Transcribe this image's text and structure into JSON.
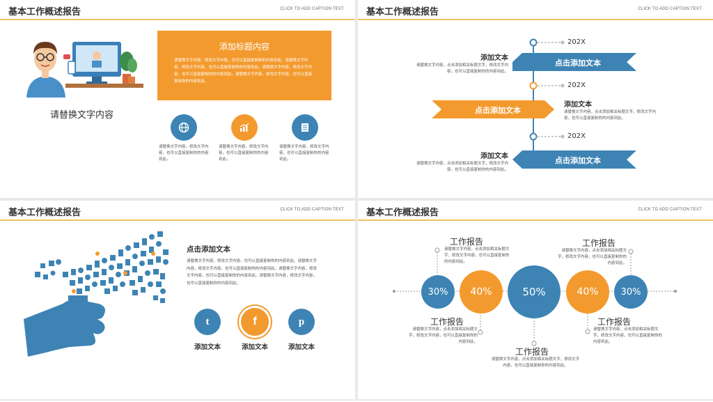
{
  "slides": [
    {
      "title": "基本工作概述报告",
      "caption": "CLICK TO ADD CAPTION TEXT",
      "person_caption": "请替换文字内容",
      "box": {
        "title": "添加标题内容",
        "body": "请替换文字内容，修改文字内容，也可以直接复制你的内容到此。请替换文字内容，修改文字内容，也可以直接复制你的内容到此。请替换文字内容，修改文字内容，也可以直接复制你的内容到此。请替换文字内容，修改文字内容，也可以直接复制你的内容到此。"
      },
      "items": [
        {
          "icon": "globe-icon",
          "text": "请替换文字内容，修改文字内容，也可以直接复制你的内容到此。"
        },
        {
          "icon": "chart-icon",
          "text": "请替换文字内容，修改文字内容，也可以直接复制你的内容到此。"
        },
        {
          "icon": "document-icon",
          "text": "请替换文字内容，修改文字内容，也可以直接复制你的内容到此。"
        }
      ]
    },
    {
      "title": "基本工作概述报告",
      "caption": "CLICK TO ADD CAPTION TEXT",
      "year": "202X",
      "rows": [
        {
          "banner": "点击添加文本",
          "heading": "添加文本",
          "text": "请替换文字内容，点击添加相关标题文字，修改文字内容，也可以直接复制你的内容到此。"
        },
        {
          "banner": "点击添加文本",
          "heading": "添加文本",
          "text": "请替换文字内容，点击添加相关标题文字，修改文字内容，也可以直接复制你的内容到此。"
        },
        {
          "banner": "点击添加文本",
          "heading": "添加文本",
          "text": "请替换文字内容，点击添加相关标题文字，修改文字内容，也可以直接复制你的内容到此。"
        }
      ]
    },
    {
      "title": "基本工作概述报告",
      "caption": "CLICK TO ADD CAPTION TEXT",
      "heading": "点击添加文本",
      "body": "请替换文字内容，修改文字内容，也可以直接复制你的内容到此。请替换文字内容，修改文字内容，也可以直接复制你的内容到此。请替换文字内容，修改文字内容，也可以直接复制你的内容到此。请替换文字内容，修改文字内容，也可以直接复制你的内容到此。",
      "social": [
        {
          "glyph": "t",
          "icon": "twitter-icon",
          "label": "添加文本"
        },
        {
          "glyph": "f",
          "icon": "facebook-icon",
          "label": "添加文本"
        },
        {
          "glyph": "p",
          "icon": "pinterest-icon",
          "label": "添加文本"
        }
      ]
    },
    {
      "title": "基本工作概述报告",
      "caption": "CLICK TO ADD CAPTION TEXT",
      "circles": [
        "30%",
        "40%",
        "50%",
        "40%",
        "30%"
      ],
      "labels": [
        {
          "title": "工作报告",
          "text": "请替换文字内容，点击添加相关标题文字，修改文字内容，也可以直接复制你的内容到此。"
        },
        {
          "title": "工作报告",
          "text": "请替换文字内容，点击添加相关标题文字，修改文字内容，也可以直接复制你的内容到此。"
        },
        {
          "title": "工作报告",
          "text": "请替换文字内容，点击添加相关标题文字，修改文字内容，也可以直接复制你的内容到此。"
        },
        {
          "title": "工作报告",
          "text": "请替换文字内容，点击添加相关标题文字，修改文字内容，也可以直接复制你的内容到此。"
        },
        {
          "title": "工作报告",
          "text": "请替换文字内容，点击添加相关标题文字，修改文字内容，也可以直接复制你的内容到此。"
        }
      ]
    }
  ],
  "colors": {
    "blue": "#3d84b4",
    "orange": "#f39a2e",
    "header_line": "#f0c060"
  }
}
